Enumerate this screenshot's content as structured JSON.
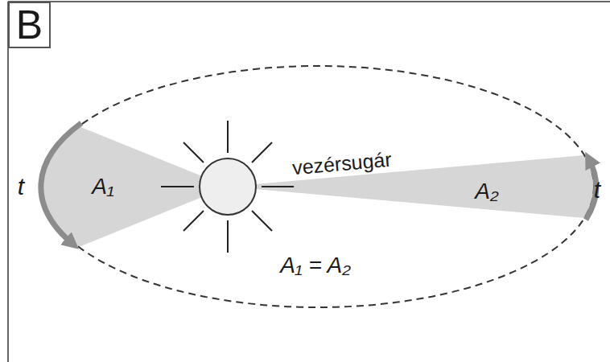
{
  "diagram": {
    "nodes": [
      {
        "text": [
          "B"
        ]
      }
    ],
    "labels": [
      "vezérsugár",
      "t",
      "A₁",
      "A₂",
      "t",
      "A₁ = A₂"
    ]
  }
}
